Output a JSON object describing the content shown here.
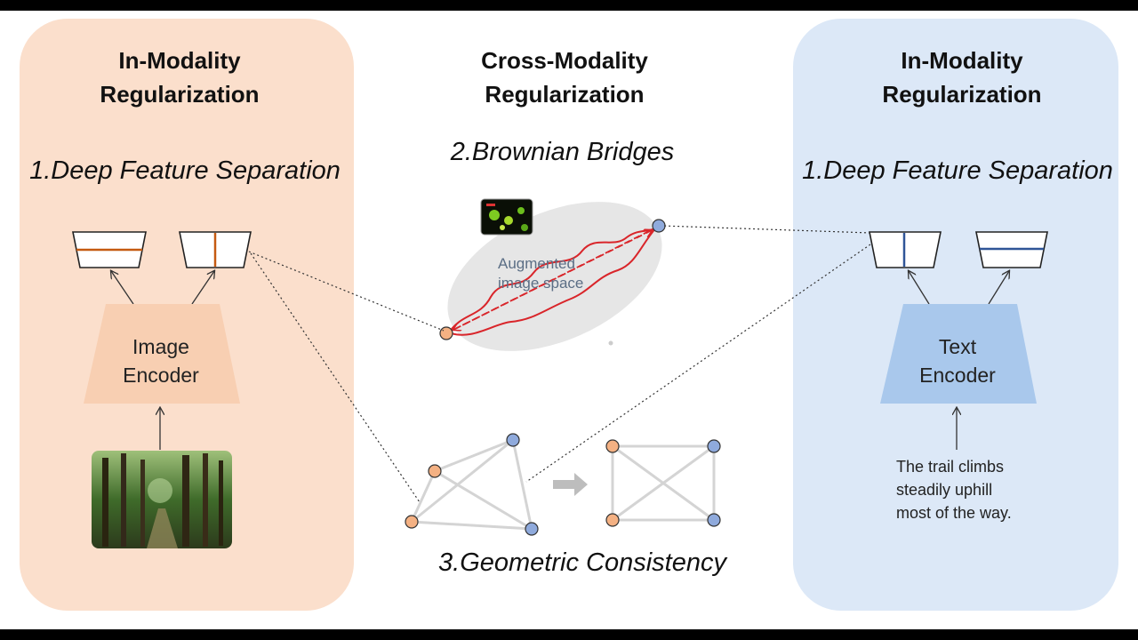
{
  "left": {
    "heading": [
      "In-Modality",
      "Regularization"
    ],
    "method": "1.Deep Feature Separation",
    "encoder": [
      "Image",
      "Encoder"
    ]
  },
  "center": {
    "heading": [
      "Cross-Modality",
      "Regularization"
    ],
    "bridges": "2.Brownian Bridges",
    "space_label": [
      "Augmented",
      "image space"
    ],
    "geometric": "3.Geometric Consistency"
  },
  "right": {
    "heading": [
      "In-Modality",
      "Regularization"
    ],
    "method": "1.Deep Feature Separation",
    "encoder": [
      "Text",
      "Encoder"
    ],
    "caption": [
      "The trail climbs",
      "steadily uphill",
      "most of the way."
    ]
  },
  "colors": {
    "left_panel": "#fbdfcc",
    "right_panel": "#dce8f7",
    "image_encoder": "#f8cfb2",
    "text_encoder": "#a9c8ec",
    "orange_node": "#f4b183",
    "blue_node": "#8faadc",
    "bridge": "#d9252a"
  },
  "icons": [
    "forest-image",
    "noisy-augmented-image-thumbnail",
    "arrow-right-icon"
  ]
}
